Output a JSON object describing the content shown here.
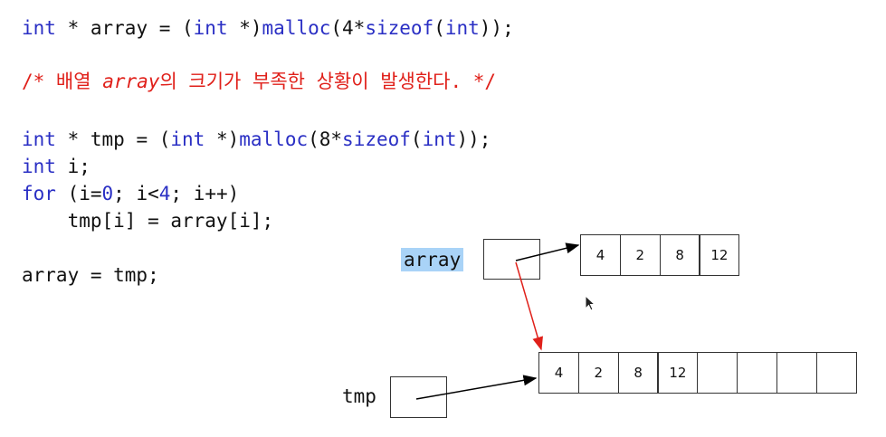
{
  "code": {
    "line1": {
      "kw1": "int",
      "t1": " * array = (",
      "kw2": "int",
      "t2": " *)",
      "fn": "malloc",
      "t3": "(4*",
      "kw3": "sizeof",
      "t4": "(",
      "kw4": "int",
      "t5": "));"
    },
    "comment": {
      "pre": "/* 배열 ",
      "ital": "array",
      "post": "의 크기가 부족한 상황이 발생한다. */"
    },
    "line3": {
      "kw1": "int",
      "t1": " * tmp = (",
      "kw2": "int",
      "t2": " *)",
      "fn": "malloc",
      "t3": "(8*",
      "kw3": "sizeof",
      "t4": "(",
      "kw4": "int",
      "t5": "));"
    },
    "line4": {
      "kw1": "int",
      "t1": " i;"
    },
    "line5": {
      "kw1": "for",
      "t1": " (i=",
      "n1": "0",
      "t2": "; i<",
      "n2": "4",
      "t3": "; i++)"
    },
    "line6": {
      "t1": "    tmp[i] = array[i];"
    },
    "line7": {
      "t1": "array = tmp;"
    }
  },
  "diagram": {
    "array_label": "array",
    "tmp_label": "tmp",
    "array_cells": [
      "4",
      "2",
      "8",
      "12"
    ],
    "tmp_cells": [
      "4",
      "2",
      "8",
      "12",
      "",
      "",
      "",
      ""
    ],
    "arrow_color": "#000000",
    "reassign_arrow_color": "#e0201a"
  }
}
